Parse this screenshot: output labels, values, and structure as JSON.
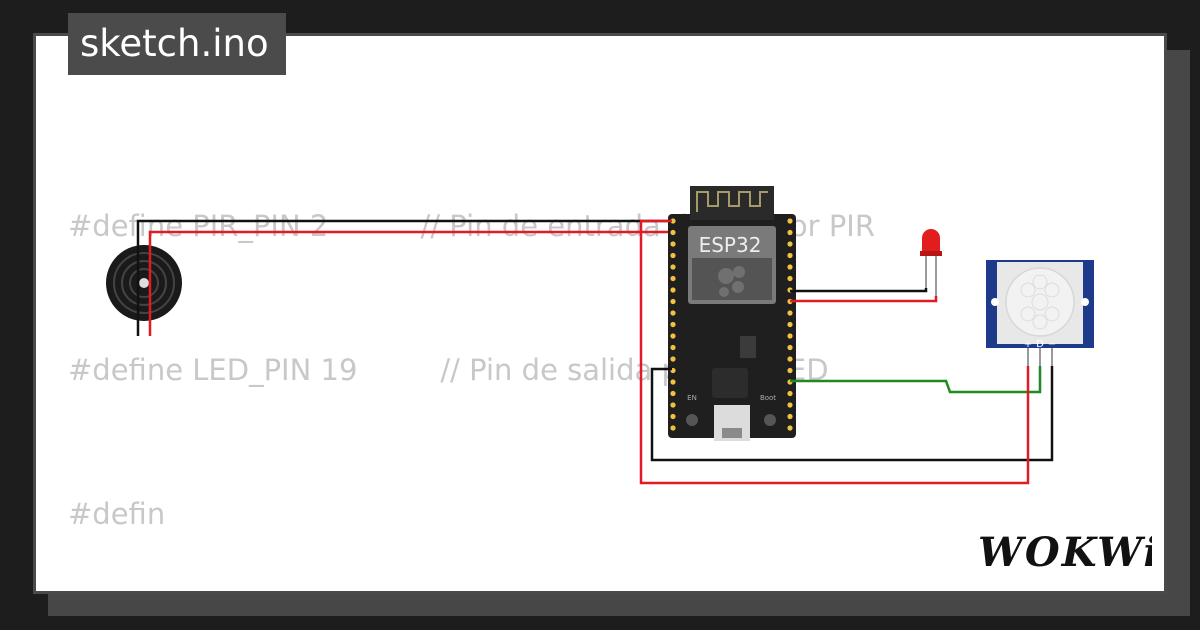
{
  "tab": {
    "filename": "sketch.ino"
  },
  "code_preview": {
    "lines": [
      {
        "code": "#define PIR_PIN 2",
        "comment": "// Pin de entrada del sensor PIR"
      },
      {
        "code": "#define LED_PIN 19",
        "comment": "// Pin de salida para el LED"
      },
      {
        "code": "#defin",
        "comment": ""
      }
    ]
  },
  "board": {
    "label": "ESP32",
    "buttons": {
      "en": "EN",
      "boot": "Boot"
    }
  },
  "pir_sensor": {
    "pin_labels": [
      "+",
      "D",
      "−"
    ]
  },
  "branding": {
    "logo_text": "WOKWi"
  },
  "colors": {
    "background": "#1d1d1d",
    "card": "#ffffff",
    "tab": "#4b4b4b",
    "code_text": "#c8c8c8",
    "wire_black": "#111111",
    "wire_red": "#e01b24",
    "wire_green": "#1f8a1f",
    "board": "#1f1f1f",
    "pin": "#f2c23e",
    "pir_board": "#1e3a8a",
    "led": "#e11d1d"
  },
  "icons": [
    "buzzer-icon",
    "led-icon",
    "pir-sensor-icon",
    "esp32-board-icon",
    "wokwi-logo"
  ]
}
